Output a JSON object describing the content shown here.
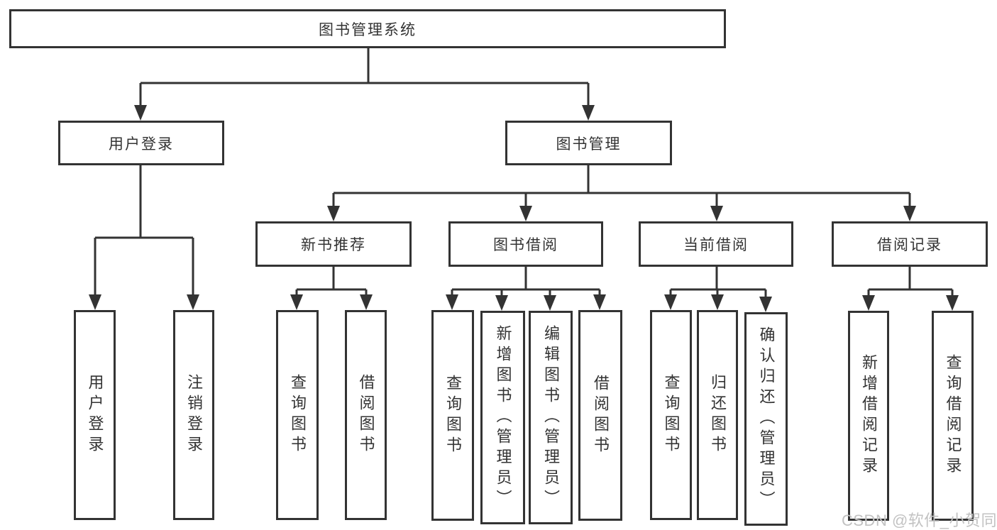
{
  "diagram": {
    "root": {
      "label": "图书管理系统"
    },
    "branches": [
      {
        "label": "用户登录",
        "children": [
          {
            "label": "用户登录"
          },
          {
            "label": "注销登录"
          }
        ]
      },
      {
        "label": "图书管理",
        "children": [
          {
            "label": "新书推荐",
            "children": [
              {
                "label": "查询图书"
              },
              {
                "label": "借阅图书"
              }
            ]
          },
          {
            "label": "图书借阅",
            "children": [
              {
                "label": "查询图书"
              },
              {
                "label": "新增图书（管理员）"
              },
              {
                "label": "编辑图书（管理员）"
              },
              {
                "label": "借阅图书"
              }
            ]
          },
          {
            "label": "当前借阅",
            "children": [
              {
                "label": "查询图书"
              },
              {
                "label": "归还图书"
              },
              {
                "label": "确认归还（管理员）"
              }
            ]
          },
          {
            "label": "借阅记录",
            "children": [
              {
                "label": "新增借阅记录"
              },
              {
                "label": "查询借阅记录"
              }
            ]
          }
        ]
      }
    ]
  },
  "watermark": {
    "text": "CSDN @软件_小贺同学"
  },
  "colors": {
    "line": "#333333",
    "border": "#333333",
    "text": "#333333",
    "watermark": "#c2c2c2",
    "background": "#ffffff"
  }
}
